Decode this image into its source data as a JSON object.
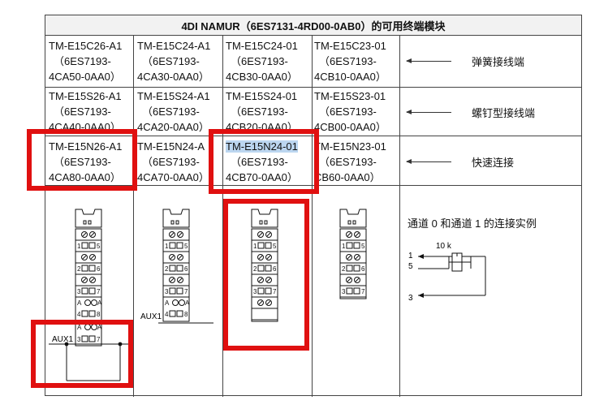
{
  "title": "4DI NAMUR（6ES7131-4RD00-0AB0）的可用终端模块",
  "rows": [
    {
      "label": "弹簧接线端",
      "cells": [
        {
          "model": "TM-E15C26-A1",
          "l2": "（6ES7193-",
          "l3": "4CA50-0AA0）"
        },
        {
          "model": "TM-E15C24-A1",
          "l2": "（6ES7193-",
          "l3": "4CA30-0AA0）"
        },
        {
          "model": "TM-E15C24-01",
          "l2": "（6ES7193-",
          "l3": "4CB30-0AA0）"
        },
        {
          "model": "TM-E15C23-01",
          "l2": "（6ES7193-",
          "l3": "4CB10-0AA0）"
        }
      ]
    },
    {
      "label": "螺钉型接线端",
      "cells": [
        {
          "model": "TM-E15S26-A1",
          "l2": "（6ES7193-",
          "l3": "4CA40-0AA0）"
        },
        {
          "model": "TM-E15S24-A1",
          "l2": "（6ES7193-",
          "l3": "4CA20-0AA0）"
        },
        {
          "model": "TM-E15S24-01",
          "l2": "（6ES7193-",
          "l3": "4CB20-0AA0）"
        },
        {
          "model": "TM-E15S23-01",
          "l2": "（6ES7193-",
          "l3": "4CB00-0AA0）"
        }
      ]
    },
    {
      "label": "快速连接",
      "cells": [
        {
          "model": "TM-E15N26-A1",
          "l2": "（6ES7193-",
          "l3": "4CA80-0AA0）"
        },
        {
          "model": "TM-E15N24-A",
          "l2": "（6ES7193-",
          "l3": "4CA70-0AA0）"
        },
        {
          "model": "TM-E15N24-01",
          "l2": "（6ES7193-",
          "l3": "4CB70-0AA0）"
        },
        {
          "model": "TM-E15N23-01",
          "l2": "（6ES7193-",
          "l3": "CB60-0AA0）"
        }
      ]
    }
  ],
  "diagram": {
    "aux_label": "AUX1",
    "example_caption": "通道  0  和通道  1  的连接实例",
    "resistor_label": "10 k",
    "pin1": "1",
    "pin5": "5",
    "pin3": "3",
    "terminal_numbers": [
      "1",
      "5",
      "2",
      "6",
      "3",
      "7",
      "4",
      "8"
    ],
    "terminal_letter": "A"
  },
  "colors": {
    "highlight": "#e01010",
    "selection": "#bcd6f0"
  }
}
